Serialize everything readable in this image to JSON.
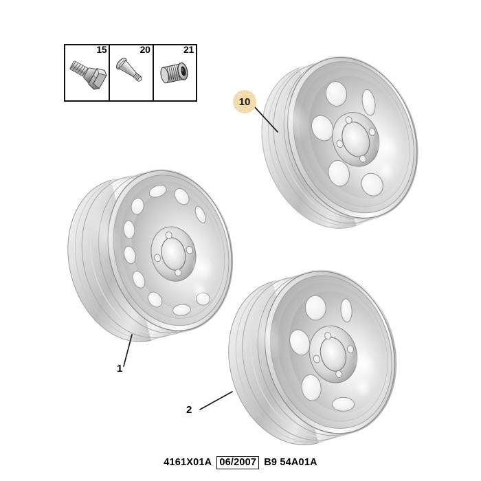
{
  "diagram": {
    "title": "Wheel rims and valve components",
    "parts_box": {
      "cells": [
        {
          "number": "15",
          "icon": "wheel-bolt-icon",
          "name": "wheel bolt"
        },
        {
          "number": "20",
          "icon": "tyre-valve-stem-icon",
          "name": "tyre valve stem"
        },
        {
          "number": "21",
          "icon": "valve-cap-icon",
          "name": "knurled valve cap"
        }
      ]
    },
    "callouts": [
      {
        "id": "10",
        "style": "badge",
        "name": "steel-wheel-rim-upper-right"
      },
      {
        "id": "1",
        "style": "plain",
        "name": "steel-wheel-rim-left"
      },
      {
        "id": "2",
        "style": "plain",
        "name": "steel-wheel-rim-lower-right"
      }
    ],
    "wheels": [
      {
        "name": "wheel-left",
        "callout": "1",
        "vents": "slotted"
      },
      {
        "name": "wheel-upper-right",
        "callout": "10",
        "vents": "round"
      },
      {
        "name": "wheel-lower-right",
        "callout": "2",
        "vents": "round"
      }
    ]
  },
  "footer": {
    "reference": "4161X01A",
    "date": "06/2007",
    "code": "B9 54A01A"
  },
  "colors": {
    "callout_badge": "#F2DCAE",
    "line": "#1A1A1A",
    "metal_light": "#F5F5F5",
    "metal_mid": "#C9C9C9",
    "metal_dark": "#9A9A9A"
  }
}
